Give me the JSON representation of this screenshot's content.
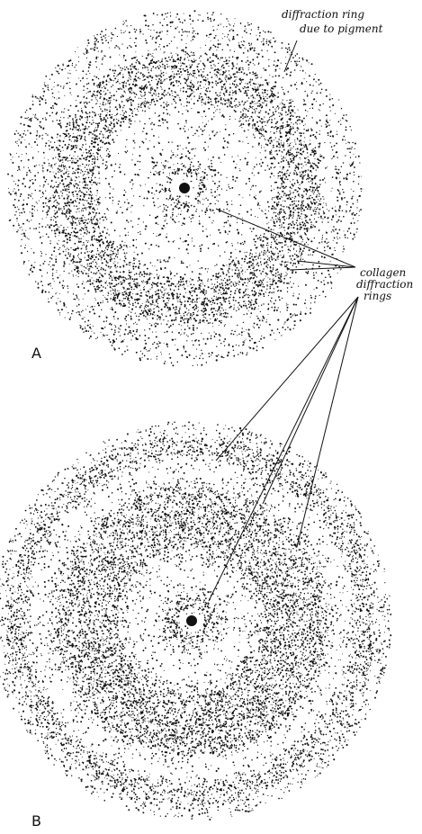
{
  "panels": [
    {
      "label": "A"
    },
    {
      "label": "B"
    }
  ],
  "annotations": {
    "pigment_line1": "diffraction ring",
    "pigment_line2": "due to pigment",
    "collagen_line1": "collagen",
    "collagen_line2": "diffraction",
    "collagen_line3": "rings"
  },
  "colors": {
    "ink": "#111111",
    "paper": "#ffffff"
  }
}
